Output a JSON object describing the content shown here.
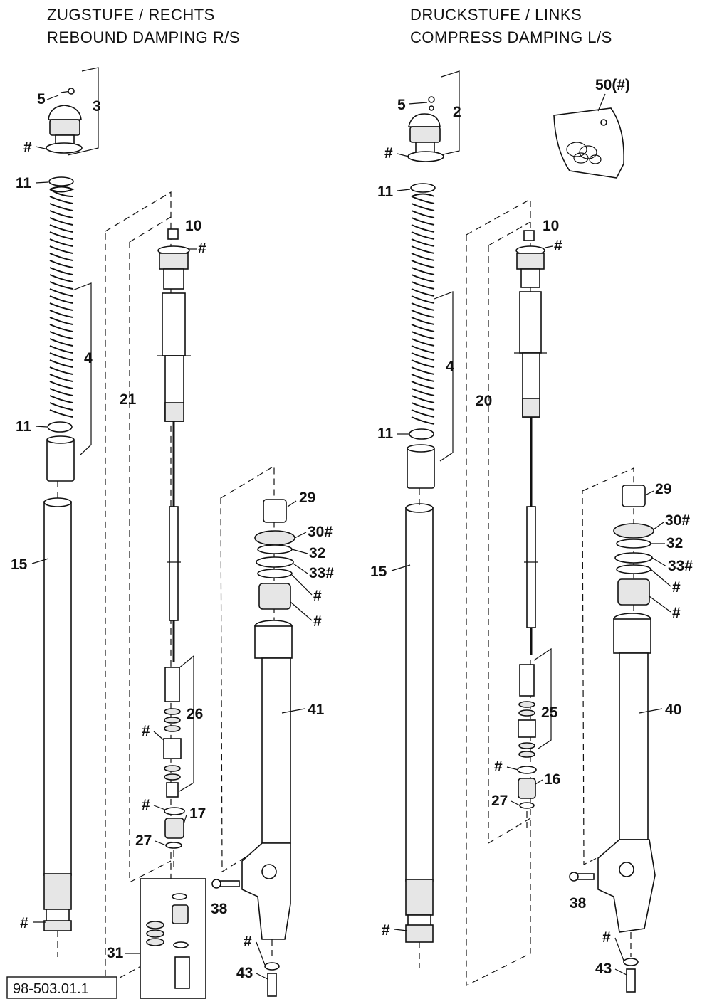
{
  "titles": {
    "right_de": "ZUGSTUFE / RECHTS",
    "right_en": "REBOUND DAMPING R/S",
    "left_de": "DRUCKSTUFE / LINKS",
    "left_en": "COMPRESS DAMPING L/S"
  },
  "drawing_code": "98-503.01.1",
  "labels": {
    "a5": "5",
    "a3": "3",
    "ahash1": "#",
    "a11a": "11",
    "a4": "4",
    "a11b": "11",
    "a15": "15",
    "ahash2": "#",
    "a10": "10",
    "ahash3": "#",
    "a21": "21",
    "a26": "26",
    "ahash4": "#",
    "ahash5": "#",
    "a17": "17",
    "a27": "27",
    "a29": "29",
    "a30": "30#",
    "a32": "32",
    "a33": "33#",
    "ahash6": "#",
    "ahash7": "#",
    "a41": "41",
    "a38": "38",
    "ahash8": "#",
    "a43": "43",
    "a31": "31",
    "b5": "5",
    "b2": "2",
    "bhash1": "#",
    "b50": "50(#)",
    "b11a": "11",
    "b4": "4",
    "b11b": "11",
    "b15": "15",
    "bhash2": "#",
    "b10": "10",
    "bhash3": "#",
    "b20": "20",
    "b25": "25",
    "bhash4": "#",
    "b16": "16",
    "b27": "27",
    "b29": "29",
    "b30": "30#",
    "b32": "32",
    "b33": "33#",
    "bhash6": "#",
    "bhash7": "#",
    "b40": "40",
    "b38": "38",
    "bhash8": "#",
    "b43": "43"
  }
}
